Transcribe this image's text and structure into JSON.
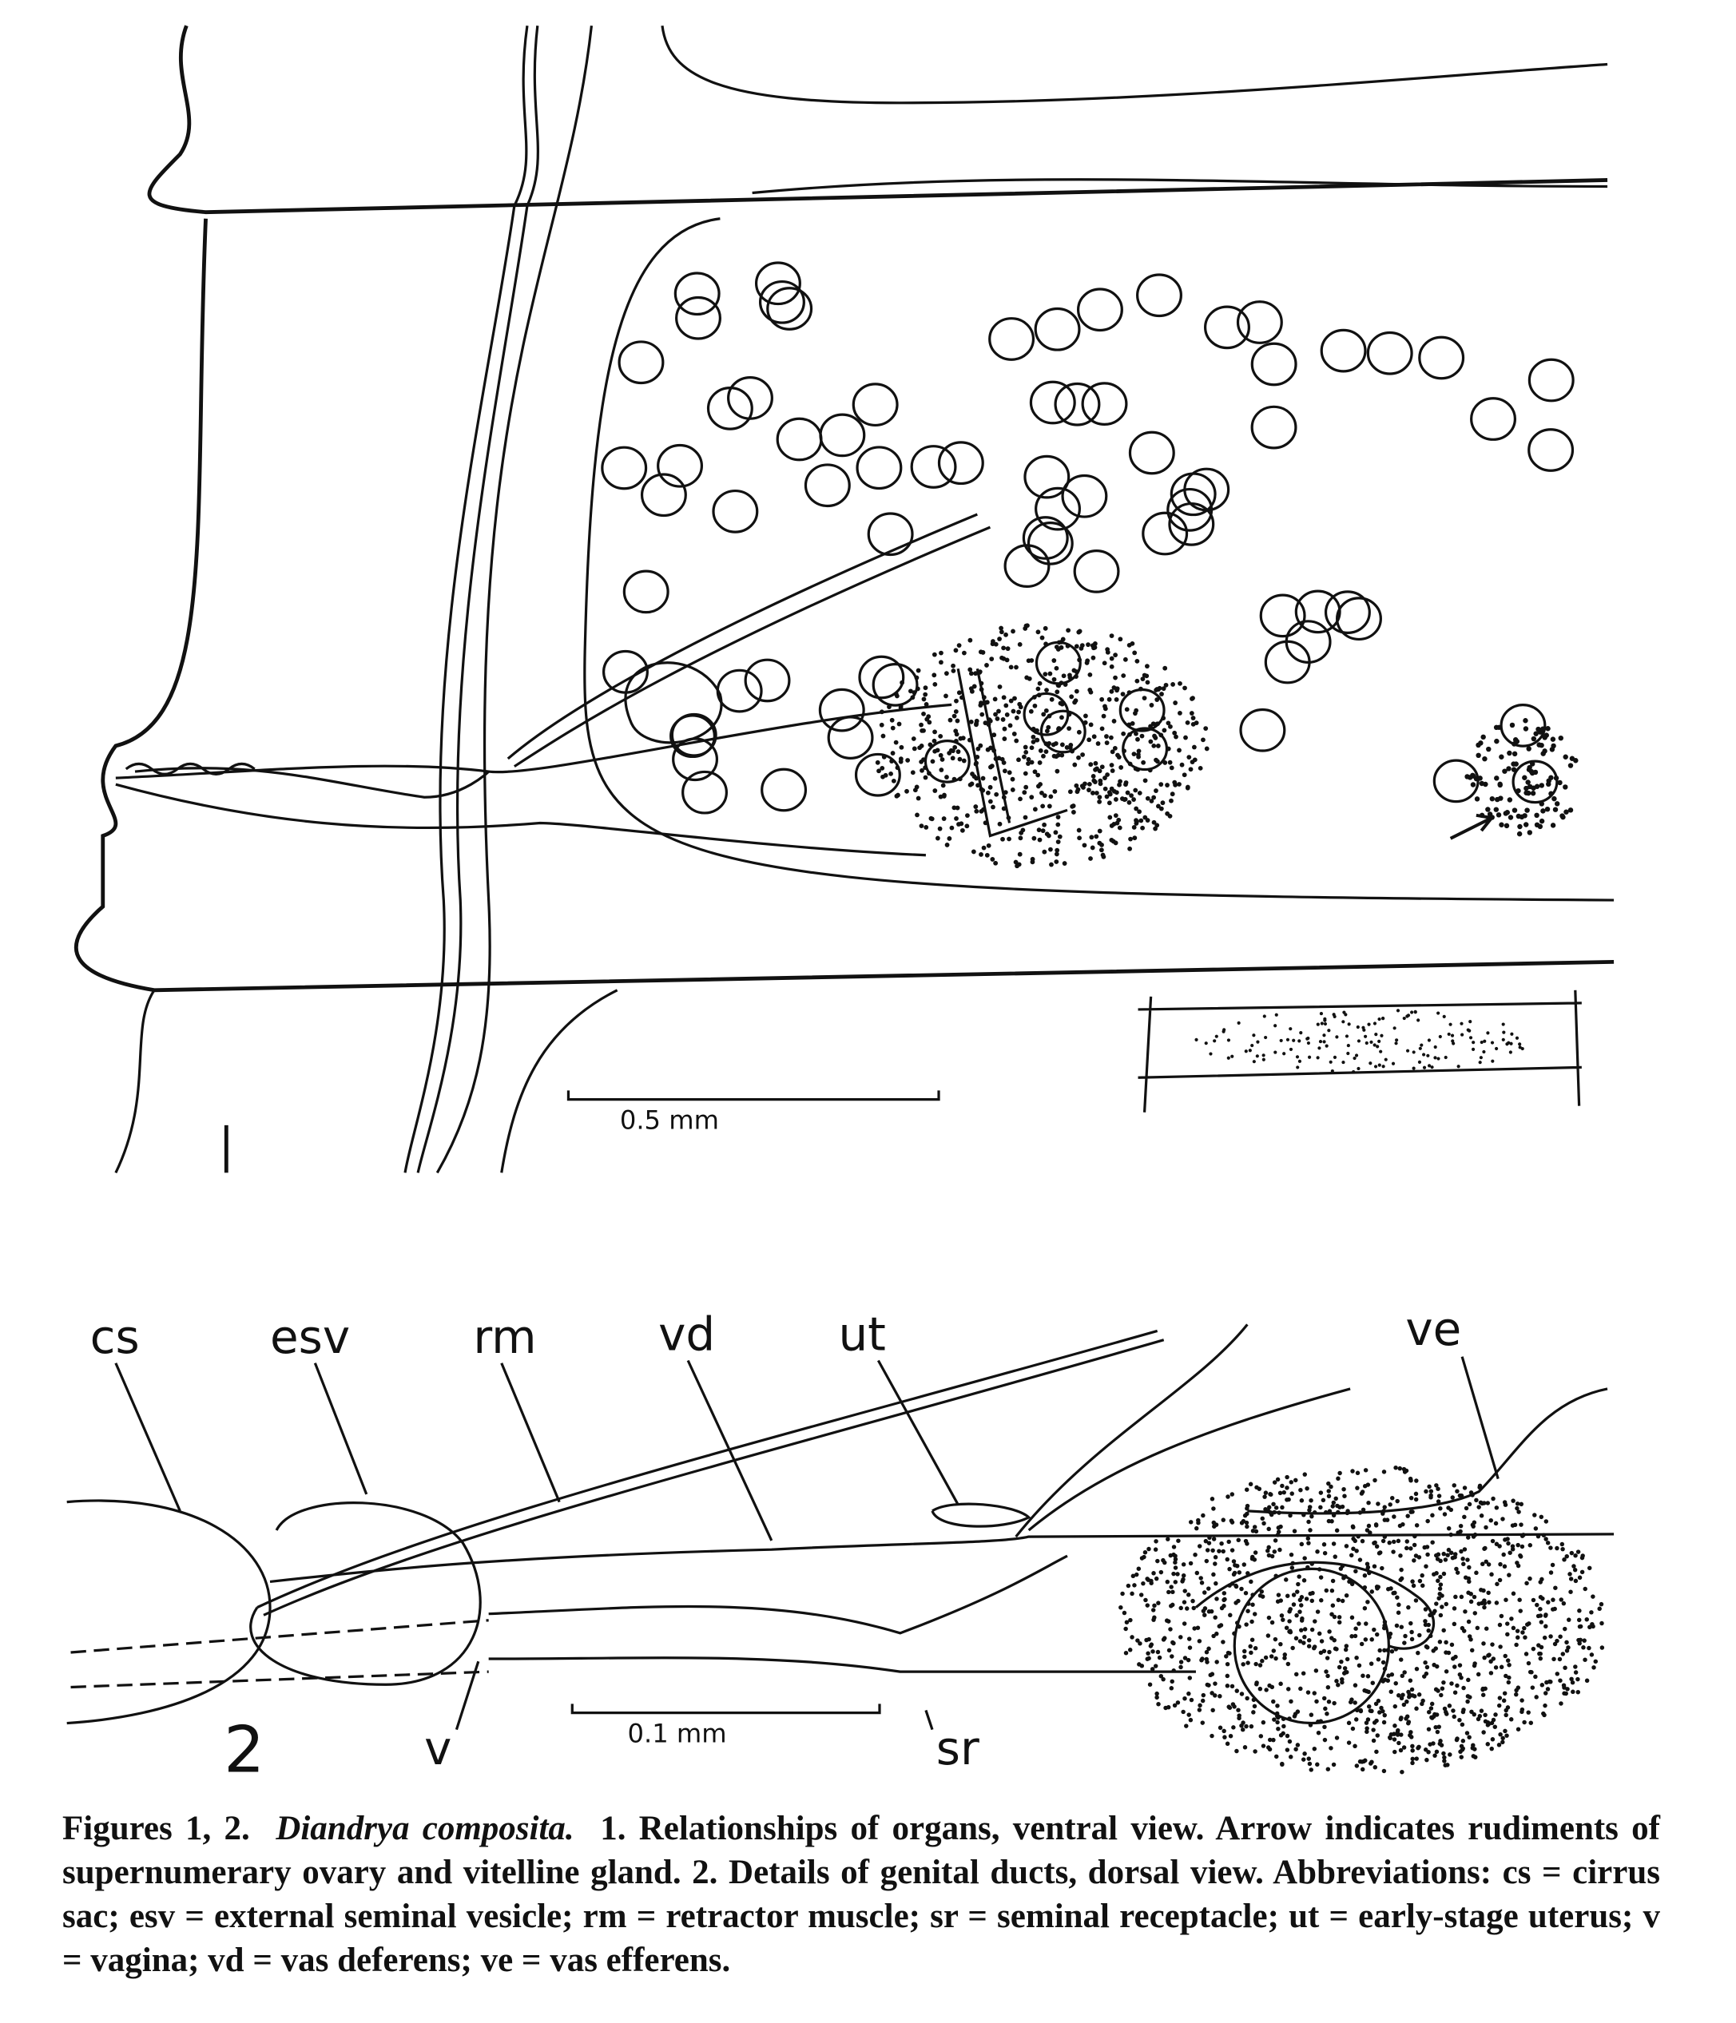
{
  "figure1": {
    "number": "1",
    "scale_bar": "0.5 mm"
  },
  "figure2": {
    "number": "2",
    "scale_bar": "0.1 mm",
    "labels": {
      "cs": "cs",
      "esv": "esv",
      "rm": "rm",
      "vd": "vd",
      "ut": "ut",
      "ve": "ve",
      "v": "v",
      "sr": "sr"
    }
  },
  "caption": {
    "lead": "Figures 1, 2.",
    "species": "Diandrya composita.",
    "text": "1. Relationships of organs, ventral view. Arrow indicates rudiments of supernumerary ovary and vitelline gland. 2. Details of genital ducts, dorsal view. Abbreviations: cs = cirrus sac; esv = external seminal vesicle; rm = retractor muscle; sr = seminal receptacle; ut = early-stage uterus; v = vagina; vd = vas deferens; ve = vas efferens."
  }
}
